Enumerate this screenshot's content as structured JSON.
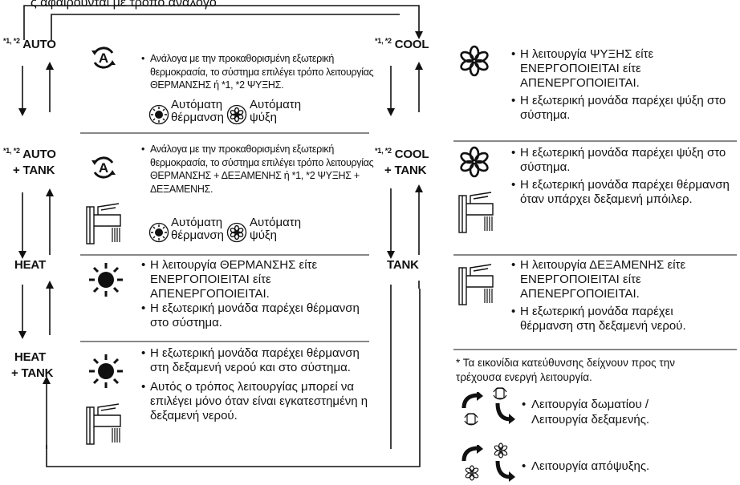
{
  "top_text": "ς αφαιρούνται με τρόπο ανάλογο",
  "modes": {
    "auto": {
      "sup": "*1, *2",
      "label": "AUTO"
    },
    "auto_tank": {
      "sup": "*1, *2",
      "label": "AUTO",
      "label2": "+ TANK"
    },
    "heat": {
      "label": "HEAT"
    },
    "heat_tank": {
      "label": "HEAT",
      "label2": "+ TANK"
    },
    "cool": {
      "sup": "*1, *2",
      "label": "COOL"
    },
    "cool_tank": {
      "sup": "*1, *2",
      "label": "COOL",
      "label2": "+ TANK"
    },
    "tank": {
      "label": "TANK"
    }
  },
  "descriptions": {
    "auto": [
      "Ανάλογα με την προκαθορισμένη εξωτερική θερμοκρασία, το σύστημα επιλέγει τρόπο λειτουργίας ΘΕΡΜΑΝΣΗΣ ή *1, *2 ΨΥΞΗΣ."
    ],
    "auto_tank": [
      "Ανάλογα με την προκαθορισμένη εξωτερική θερμοκρασία, το σύστημα επιλέγει τρόπο λειτουργίας ΘΕΡΜΑΝΣΗΣ + ΔΕΞΑΜΕΝΗΣ ή *1, *2 ΨΥΞΗΣ + ΔΕΞΑΜΕΝΗΣ."
    ],
    "heat": [
      "Η λειτουργία ΘΕΡΜΑΝΣΗΣ είτε ΕΝΕΡΓΟΠΟΙΕΙΤΑΙ είτε ΑΠΕΝΕΡΓΟΠΟΙΕΙΤΑΙ.",
      "Η εξωτερική μονάδα παρέχει θέρμανση στο σύστημα."
    ],
    "heat_tank": [
      "Η εξωτερική μονάδα παρέχει θέρμανση στη δεξαμενή νερού και στο σύστημα.",
      "Αυτός ο τρόπος λειτουργίας μπορεί να επιλέγει μόνο όταν είναι εγκατεστημένη η δεξαμενή νερού."
    ],
    "cool": [
      "Η λειτουργία ΨΥΞΗΣ είτε ΕΝΕΡΓΟΠΟΙΕΙΤΑΙ είτε ΑΠΕΝΕΡΓΟΠΟΙΕΙΤΑΙ.",
      "Η εξωτερική μονάδα παρέχει ψύξη στο σύστημα."
    ],
    "cool_tank": [
      "Η εξωτερική μονάδα παρέχει ψύξη στο σύστημα.",
      "Η εξωτερική μονάδα παρέχει θέρμανση όταν υπάρχει δεξαμενή μπόιλερ."
    ],
    "tank": [
      "Η λειτουργία ΔΕΞΑΜΕΝΗΣ είτε ΕΝΕΡΓΟΠΟΙΕΙΤΑΙ είτε ΑΠΕΝΕΡΓΟΠΟΙΕΙΤΑΙ.",
      "Η εξωτερική μονάδα παρέχει θέρμανση στη δεξαμενή νερού."
    ]
  },
  "auto_labels": {
    "heating": [
      "Αυτόματη",
      "θέρμανση"
    ],
    "cooling": [
      "Αυτόματη",
      "ψύξη"
    ]
  },
  "note": "* Τα εικονίδια κατεύθυνσης δείχνουν προς την τρέχουσα ενεργή λειτουργία.",
  "legend": {
    "room_tank": [
      "Λειτουργία δωματίου /",
      "Λειτουργία δεξαμενής."
    ],
    "defrost": "Λειτουργία απόψυξης."
  },
  "icons": {
    "auto": "auto-a-icon",
    "heat": "sun-icon",
    "cool": "snowflake-icon",
    "tank": "faucet-icon",
    "auto_heat": "auto-heating-icon",
    "auto_cool": "auto-cooling-icon"
  }
}
